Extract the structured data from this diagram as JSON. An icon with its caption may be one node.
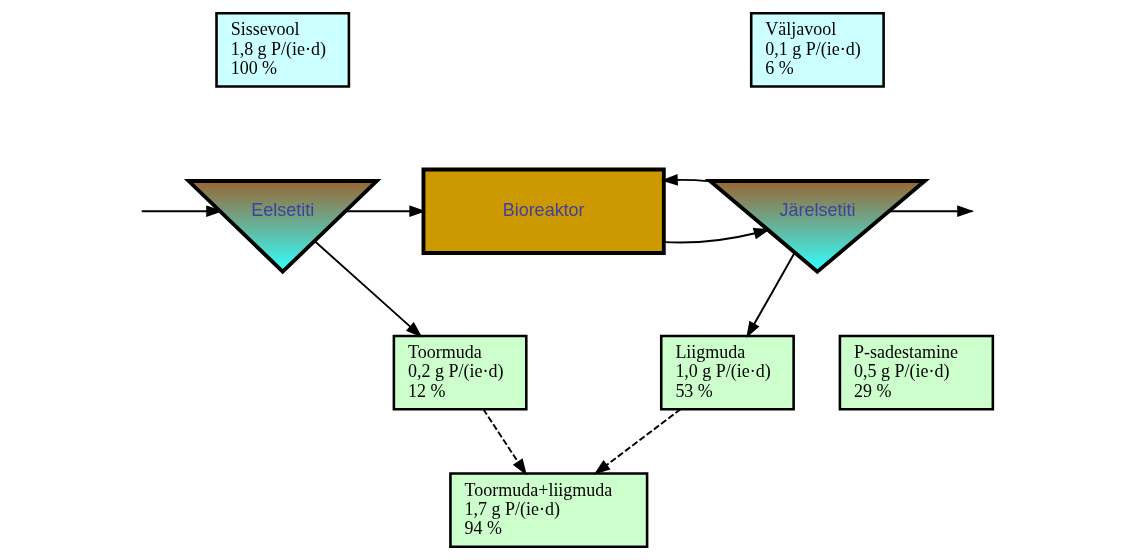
{
  "diagram": {
    "nodes": [
      {
        "text": [
          "Eelsetiti"
        ]
      },
      {
        "text": [
          "Bioreaktor"
        ]
      },
      {
        "text": [
          "Järelsetiti"
        ]
      },
      {
        "text": [
          "Sissevool",
          "1,8 g P/(ie·d)",
          "100 %"
        ]
      },
      {
        "text": [
          "Väljavool",
          "0,1 g P/(ie·d)",
          "6 %"
        ]
      },
      {
        "text": [
          "Toormuda",
          "0,2 g P/(ie·d)",
          "12 %"
        ]
      },
      {
        "text": [
          "Liigmuda",
          "1,0 g P/(ie·d)",
          "53 %"
        ]
      },
      {
        "text": [
          "P-sadestamine",
          "0,5 g P/(ie·d)",
          "29 %"
        ]
      },
      {
        "text": [
          "Toormuda+liigmuda",
          "1,7 g P/(ie·d)",
          "94 %"
        ]
      }
    ],
    "edges": [
      {
        "from": null,
        "to": 0,
        "arrow": "to"
      },
      {
        "from": 0,
        "to": 1,
        "arrow": "to"
      },
      {
        "from": 1,
        "to": 2,
        "arrow": "to"
      },
      {
        "from": 2,
        "to": null,
        "arrow": "to"
      },
      {
        "from": 0,
        "to": 5,
        "arrow": "to"
      },
      {
        "from": 2,
        "to": 6,
        "arrow": "to"
      },
      {
        "from": 2,
        "to": 1,
        "arrow": "to"
      },
      {
        "from": 5,
        "to": 8,
        "arrow": "to",
        "style": "dashed"
      },
      {
        "from": 6,
        "to": 8,
        "arrow": "to",
        "style": "dashed"
      }
    ]
  }
}
